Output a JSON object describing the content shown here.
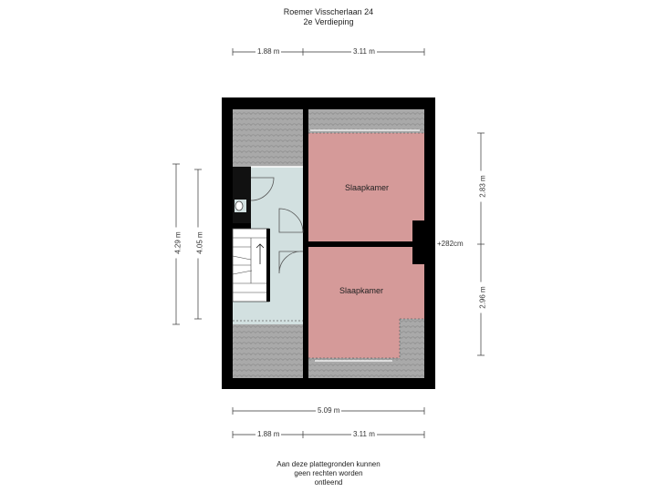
{
  "header": {
    "address": "Roemer Visscherlaan 24",
    "floor": "2e Verdieping"
  },
  "dimensions": {
    "top_left": "1.88 m",
    "top_right": "3.11 m",
    "bottom_total": "5.09 m",
    "bottom_left": "1.88 m",
    "bottom_right": "3.11 m",
    "left_outer": "4.29 m",
    "left_inner": "4.05 m",
    "right_upper": "2.83 m",
    "right_lower": "2.96 m",
    "height_note": "+282cm"
  },
  "rooms": {
    "bedroom_1": "Slaapkamer",
    "bedroom_2": "Slaapkamer"
  },
  "disclaimer": {
    "line1": "Aan deze plattegronden kunnen",
    "line2": "geen rechten worden",
    "line3": "ontleend"
  },
  "colors": {
    "wall": "#000000",
    "bedroom": "#d59a99",
    "hall": "#d2e0e0",
    "roof_slope": "#a9a9a9"
  }
}
